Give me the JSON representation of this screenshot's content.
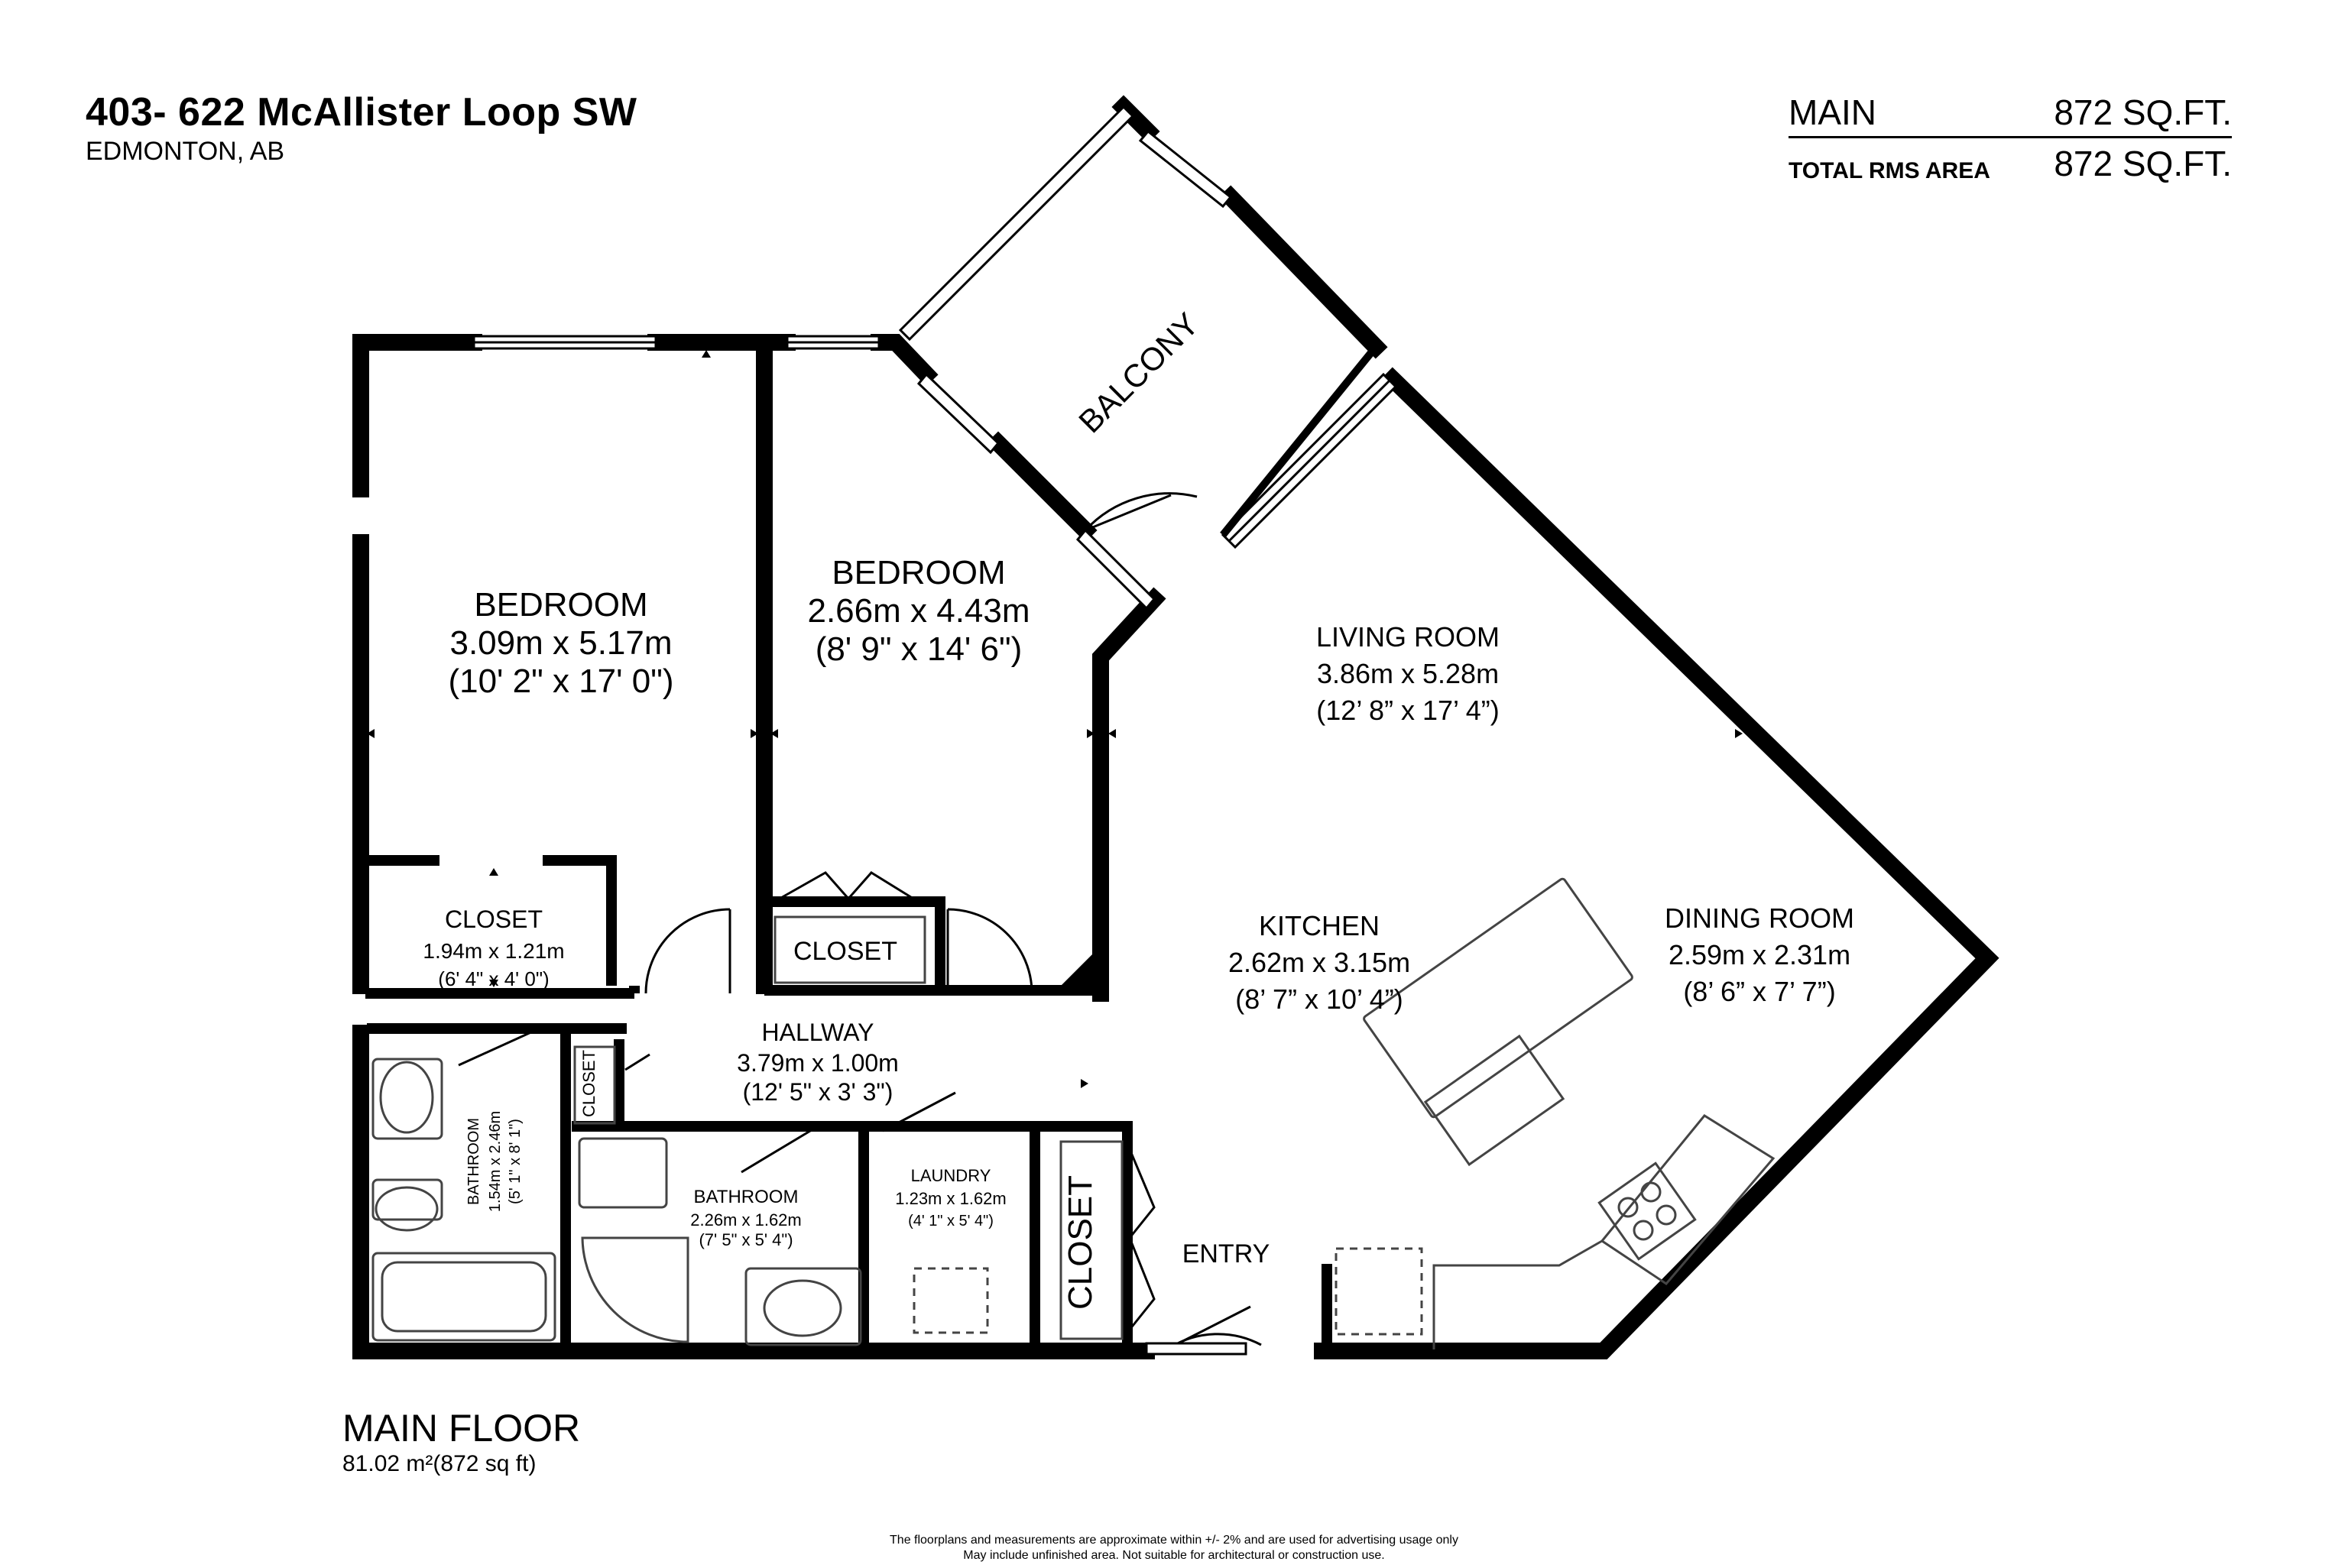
{
  "header": {
    "address": "403- 622 McAllister Loop SW",
    "city": "EDMONTON, AB",
    "main_label": "MAIN",
    "main_value": "872 SQ.FT.",
    "total_label": "TOTAL RMS AREA",
    "total_value": "872 SQ.FT."
  },
  "rooms": {
    "bedroom1": {
      "name": "BEDROOM",
      "metric": "3.09m x 5.17m",
      "imperial": "(10' 2\" x 17' 0\")"
    },
    "bedroom2": {
      "name": "BEDROOM",
      "metric": "2.66m x 4.43m",
      "imperial": "(8' 9\" x 14' 6\")"
    },
    "balcony": {
      "name": "BALCONY"
    },
    "living": {
      "name": "LIVING ROOM",
      "metric": "3.86m x 5.28m",
      "imperial": "(12’ 8” x 17’ 4”)"
    },
    "closet1": {
      "name": "CLOSET",
      "metric": "1.94m x 1.21m",
      "imperial": "(6' 4\" x 4' 0\")"
    },
    "closet2": {
      "name": "CLOSET"
    },
    "kitchen": {
      "name": "KITCHEN",
      "metric": "2.62m x 3.15m",
      "imperial": "(8’ 7” x 10’ 4”)"
    },
    "dining": {
      "name": "DINING ROOM",
      "metric": "2.59m x 2.31m",
      "imperial": "(8’ 6” x 7’ 7”)"
    },
    "hallway": {
      "name": "HALLWAY",
      "metric": "3.79m x 1.00m",
      "imperial": "(12' 5\" x 3' 3\")"
    },
    "closet3": {
      "name": "CLOSET"
    },
    "bath1": {
      "name": "BATHROOM",
      "metric": "1.54m x 2.46m",
      "imperial": "(5' 1\" x 8' 1\")"
    },
    "bath2": {
      "name": "BATHROOM",
      "metric": "2.26m x 1.62m",
      "imperial": "(7' 5\" x 5' 4\")"
    },
    "laundry": {
      "name": "LAUNDRY",
      "metric": "1.23m x 1.62m",
      "imperial": "(4' 1\" x 5' 4\")"
    },
    "closet4": {
      "name": "CLOSET"
    },
    "entry": {
      "name": "ENTRY"
    }
  },
  "footer": {
    "floor_name": "MAIN FLOOR",
    "floor_area": "81.02 m²(872 sq ft)",
    "disclaimer_1": "The floorplans and measurements are approximate within +/- 2% and are used for advertising usage only",
    "disclaimer_2": "May include unfinished area. Not suitable for architectural or construction use."
  },
  "colors": {
    "wall": "#000000",
    "background": "#ffffff",
    "fixture": "#444444"
  }
}
